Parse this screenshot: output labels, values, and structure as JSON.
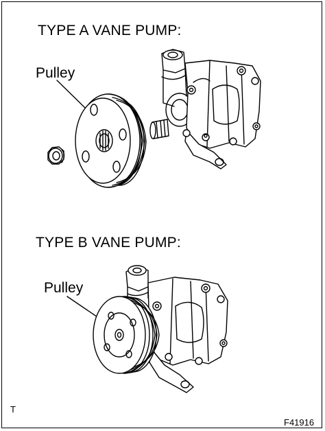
{
  "diagram": {
    "sections": [
      {
        "heading": "TYPE A VANE PUMP:",
        "label": "Pulley"
      },
      {
        "heading": "TYPE B VANE PUMP:",
        "label": "Pulley"
      }
    ],
    "corner_mark": "T",
    "figure_code": "F41916"
  },
  "colors": {
    "ink": "#000000",
    "paper": "#ffffff"
  }
}
